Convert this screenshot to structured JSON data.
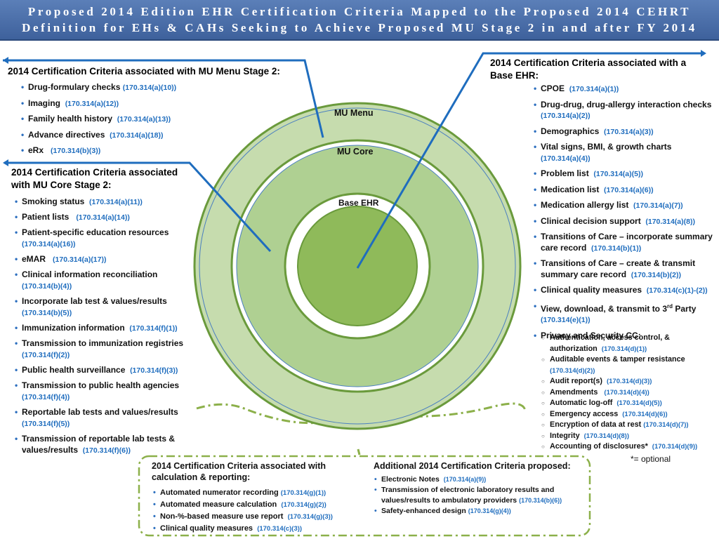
{
  "title": {
    "line1": "Proposed 2014 Edition EHR Certification Criteria Mapped to the Proposed 2014 CEHRT",
    "line2": "Definition for EHs & CAHs Seeking to Achieve Proposed MU Stage 2 in and after FY 2014"
  },
  "rings": {
    "menu": "MU Menu",
    "core": "MU Core",
    "base": "Base EHR"
  },
  "mu_menu": {
    "heading": "2014 Certification Criteria associated with MU Menu Stage 2:",
    "items": [
      {
        "label": "Drug-formulary checks",
        "code": "(170.314(a)(10))"
      },
      {
        "label": "Imaging",
        "code": "(170.314(a)(12))"
      },
      {
        "label": "Family health history",
        "code": "(170.314(a)(13))"
      },
      {
        "label": "Advance directives",
        "code": "(170.314(a)(18))"
      },
      {
        "label": "eRx",
        "code": "(170.314(b)(3))"
      }
    ]
  },
  "mu_core": {
    "heading_line1": "2014 Certification Criteria associated",
    "heading_line2": "with MU Core Stage 2:",
    "items": [
      {
        "label": "Smoking status",
        "code": "(170.314(a)(11))"
      },
      {
        "label": "Patient  lists",
        "code": "(170.314(a)(14))"
      },
      {
        "label": "Patient-specific education resources",
        "code": "(170.314(a)(16))"
      },
      {
        "label": "eMAR",
        "code": "(170.314(a)(17))"
      },
      {
        "label": "Clinical information reconciliation",
        "code": "(170.314(b)(4))"
      },
      {
        "label": "Incorporate lab test & values/results",
        "code": "(170.314(b)(5))"
      },
      {
        "label": "Immunization information",
        "code": "(170.314(f)(1))"
      },
      {
        "label": "Transmission to immunization registries",
        "code": "(170.314(f)(2))"
      },
      {
        "label": "Public health surveillance",
        "code": "(170.314(f)(3))"
      },
      {
        "label": "Transmission to public health agencies",
        "code": "(170.314(f)(4))"
      },
      {
        "label": "Reportable lab tests and values/results",
        "code": "(170.314(f)(5))"
      },
      {
        "label": "Transmission of reportable lab tests &",
        "label2": "values/results",
        "code": "(170.314(f)(6))"
      }
    ]
  },
  "base_ehr": {
    "heading_line1": "2014 Certification Criteria associated with a",
    "heading_line2": "Base EHR:",
    "items": [
      {
        "label": "CPOE",
        "code": "(170.314(a)(1))"
      },
      {
        "label": "Drug-drug, drug-allergy interaction checks",
        "code": "(170.314(a)(2))"
      },
      {
        "label": "Demographics",
        "code": "(170.314(a)(3))"
      },
      {
        "label": "Vital signs, BMI, & growth charts",
        "code": "(170.314(a)(4))"
      },
      {
        "label": "Problem list",
        "code": "(170.314(a)(5))"
      },
      {
        "label": "Medication list",
        "code": "(170.314(a)(6))"
      },
      {
        "label": "Medication allergy list",
        "code": "(170.314(a)(7))"
      },
      {
        "label": "Clinical decision support",
        "code": "(170.314(a)(8))"
      },
      {
        "label": "Transitions of Care – incorporate summary",
        "label2": "care record",
        "code": "(170.314(b)(1))"
      },
      {
        "label": "Transitions of Care – create & transmit",
        "label2": "summary care record",
        "code": "(170.314(b)(2))"
      },
      {
        "label": "Clinical quality measures",
        "code": "(170.314(c)(1)-(2))"
      },
      {
        "label": "View, download, & transmit to 3",
        "sup": "rd",
        "label_after": " Party",
        "code": "(170.314(e)(1))"
      },
      {
        "label": "Privacy and Security CC:"
      }
    ],
    "privacy_items": [
      {
        "label": "Authentication, access control, &",
        "label2": "authorization",
        "code": "(170.314(d)(1))"
      },
      {
        "label": "Auditable events & tamper resistance",
        "code": "(170.314(d)(2))"
      },
      {
        "label": "Audit report(s)",
        "code": "(170.314(d)(3))"
      },
      {
        "label": "Amendments",
        "code": "(170.314(d)(4))"
      },
      {
        "label": "Automatic log-off",
        "code": "(170.314(d)(5))"
      },
      {
        "label": "Emergency access",
        "code": "(170.314(d)(6))"
      },
      {
        "label": "Encryption of data at rest",
        "code": "(170.314(d)(7))"
      },
      {
        "label": "Integrity",
        "code": "(170.314(d)(8))"
      },
      {
        "label": "Accounting of disclosures*",
        "code": "(170.314(d)(9))"
      }
    ],
    "optional_note": "*= optional"
  },
  "calc": {
    "heading_line1": "2014 Certification Criteria associated with",
    "heading_line2": "calculation & reporting:",
    "items": [
      {
        "label": "Automated numerator recording",
        "code": "(170.314(g)(1))"
      },
      {
        "label": "Automated measure calculation",
        "code": "(170.314(g)(2))"
      },
      {
        "label": "Non-%-based measure use report",
        "code": "(170.314(g)(3))"
      },
      {
        "label": "Clinical quality measures",
        "code": "(170.314(c)(3))"
      }
    ]
  },
  "additional": {
    "heading": "Additional 2014 Certification Criteria proposed:",
    "items": [
      {
        "label": "Electronic Notes",
        "code": "(170.314(a)(9))"
      },
      {
        "label": "Transmission of electronic laboratory results and",
        "label2": "values/results to ambulatory providers",
        "code": "(170.314(b)(6))"
      },
      {
        "label": "Safety-enhanced design",
        "code": "(170.314(g)(4))"
      }
    ]
  },
  "colors": {
    "title_bar": "#4a6fa8",
    "ring_outer": "#c6dcae",
    "ring_middle": "#afd092",
    "ring_inner": "#8fba5a",
    "ring_border": "#6a9a3c",
    "connector": "#1f6dbe",
    "dashed": "#8cb04a"
  }
}
